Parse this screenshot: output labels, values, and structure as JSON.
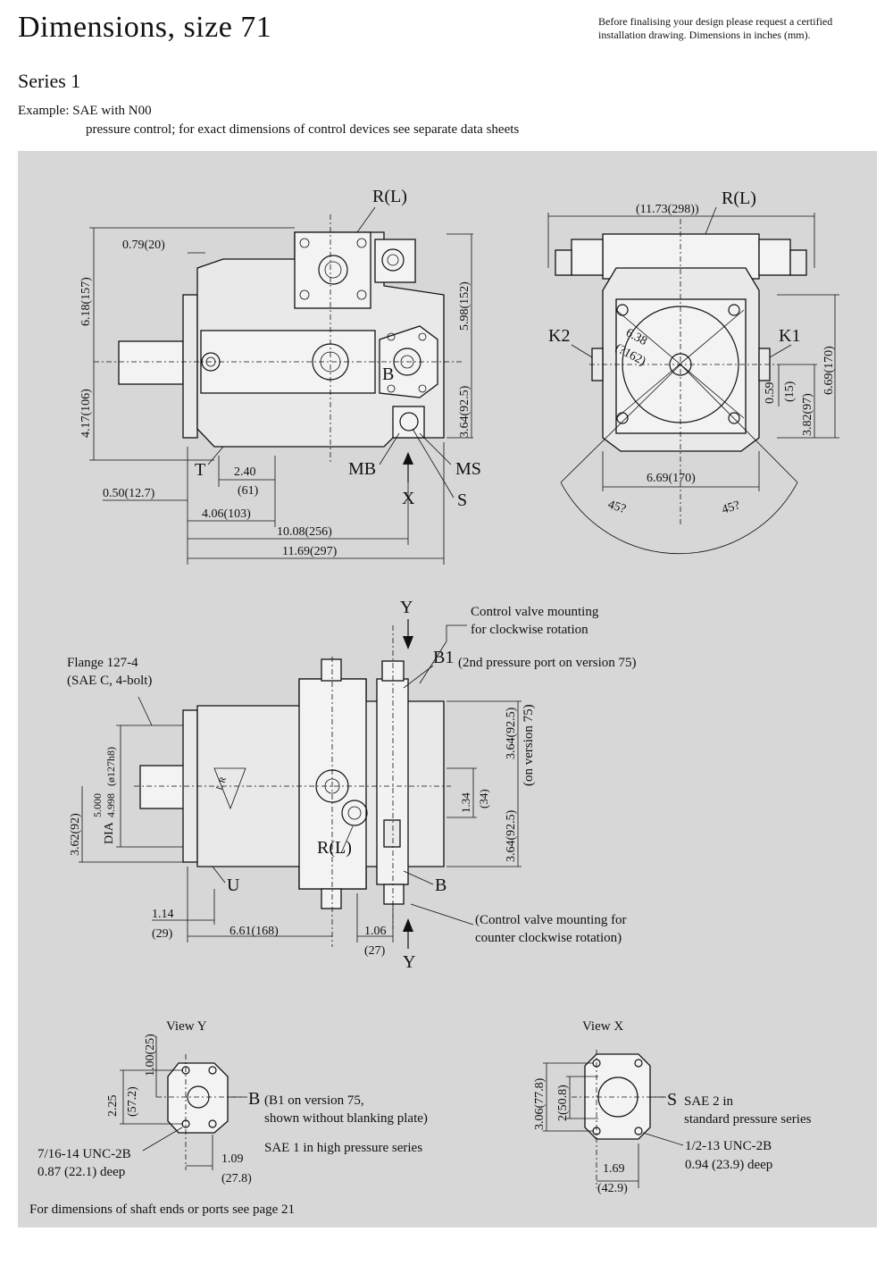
{
  "header": {
    "title": "Dimensions, size 71",
    "note_line1": "Before finalising your design please request a certified",
    "note_line2": "installation drawing. Dimensions in inches (mm).",
    "series": "Series 1",
    "example_line1": "Example:  SAE with N00",
    "example_line2": "pressure  control; for exact dimensions  of control devices  see separate  data sheets"
  },
  "side_view": {
    "port_rl": "R(L)",
    "d_079": "0.79(20)",
    "d_618": "6.18(157)",
    "d_417": "4.17(106)",
    "d_598": "5.98(152)",
    "d_364": "3.64(92.5)",
    "port_b": "B",
    "port_t": "T",
    "port_mb": "MB",
    "port_ms": "MS",
    "port_s": "S",
    "view_x": "X",
    "d_240": "2.40",
    "d_61": "(61)",
    "d_050": "0.50(12.7)",
    "d_406": "4.06(103)",
    "d_1008": "10.08(256)",
    "d_1169": "11.69(297)"
  },
  "front_view": {
    "d_1173": "(11.73(298))",
    "port_rl": "R(L)",
    "port_k2": "K2",
    "port_k1": "K1",
    "d_638": "6.38",
    "d_162": "(?162)",
    "d_059": "0.59",
    "d_15": "(15)",
    "d_382": "3.82(97)",
    "d_669v": "6.69(170)",
    "d_669h": "6.69(170)",
    "ang_left": "45?",
    "ang_right": "45?"
  },
  "top_view": {
    "view_y_top": "Y",
    "cv_cw_1": "Control  valve mounting",
    "cv_cw_2": "for clockwise  rotation",
    "port_b1": "B1",
    "b1_note": "(2nd  pressure  port on version 75)",
    "flange_1": "Flange  127-4",
    "flange_2": "(SAE C, 4-bolt)",
    "d_362": "3.62(92)",
    "dia_label": "DIA",
    "dia_5000": "5.000",
    "dia_4998": "4.998",
    "dia_mm": "(ø127h8)",
    "lr_mark": "L  R",
    "port_rl": "R(L)",
    "d_364a": "3.64(92.5)",
    "d_364b": "3.64(92.5)",
    "on_version": "(on version 75)",
    "d_134": "1.34",
    "d_34": "(34)",
    "port_u": "U",
    "port_b": "B",
    "d_114": "1.14",
    "d_29": "(29)",
    "d_661": "6.61(168)",
    "d_106": "1.06",
    "d_27": "(27)",
    "view_y_bottom": "Y",
    "cv_ccw_1": "(Control valve mounting  for",
    "cv_ccw_2": "counter  clockwise  rotation)"
  },
  "view_y": {
    "title": "View  Y",
    "d_100": "1.00(25)",
    "d_225": "2.25",
    "d_572": "(57.2)",
    "port_b": "B",
    "b_note1": "(B1  on version 75,",
    "b_note2": "shown  without blanking plate)",
    "sae_note": "SAE 1  in high pressure   series",
    "thread_1": "7/16-14  UNC-2B",
    "thread_2": "0.87  (22.1)  deep",
    "d_109": "1.09",
    "d_278": "(27.8)"
  },
  "view_x": {
    "title": "View  X",
    "d_306": "3.06(77.8)",
    "d_2": "2(50.8)",
    "port_s": "S",
    "s_note1": "SAE 2  in",
    "s_note2": "standard  pressure   series",
    "thread_1": "1/2-13  UNC-2B",
    "thread_2": "0.94  (23.9)  deep",
    "d_169": "1.69",
    "d_429": "(42.9)"
  },
  "footer": "For dimensions  of shaft ends  or ports  see page  21"
}
